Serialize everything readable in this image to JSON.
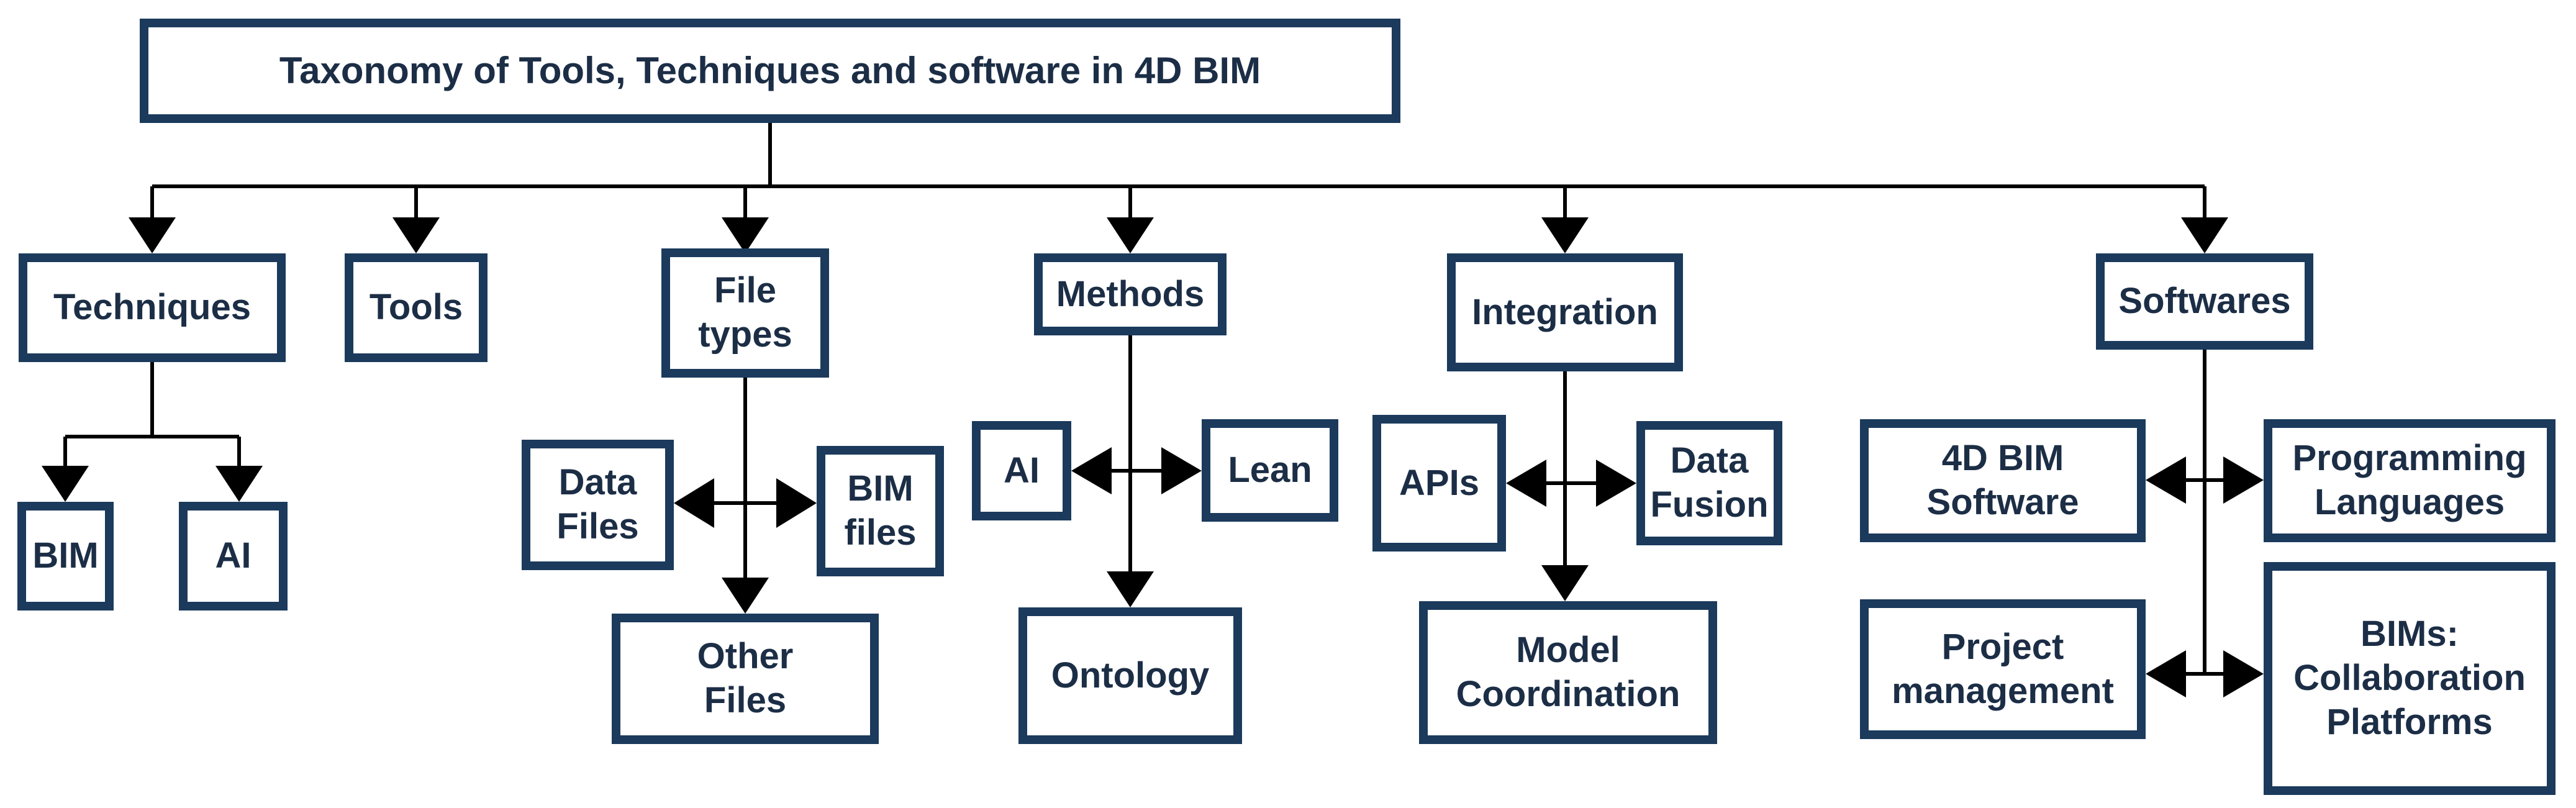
{
  "diagram": {
    "root": "Taxonomy of Tools, Techniques and software in 4D BIM",
    "categories": {
      "techniques": "Techniques",
      "tools": "Tools",
      "file_types": "File\ntypes",
      "methods": "Methods",
      "integration": "Integration",
      "softwares": "Softwares"
    },
    "techniques_children": {
      "bim": "BIM",
      "ai": "AI"
    },
    "file_types_children": {
      "data_files": "Data\nFiles",
      "bim_files": "BIM\nfiles",
      "other_files": "Other\nFiles"
    },
    "methods_children": {
      "ai": "AI",
      "lean": "Lean",
      "ontology": "Ontology"
    },
    "integration_children": {
      "apis": "APIs",
      "data_fusion": "Data\nFusion",
      "model_coordination": "Model\nCoordination"
    },
    "softwares_children": {
      "bim_software": "4D BIM\nSoftware",
      "programming_languages": "Programming\nLanguages",
      "project_management": "Project\nmanagement",
      "collaboration_platforms": "BIMs:\nCollaboration\nPlatforms"
    },
    "colors": {
      "box_border": "#1b3a5c",
      "text": "#1c2e46",
      "line": "#000000"
    }
  }
}
